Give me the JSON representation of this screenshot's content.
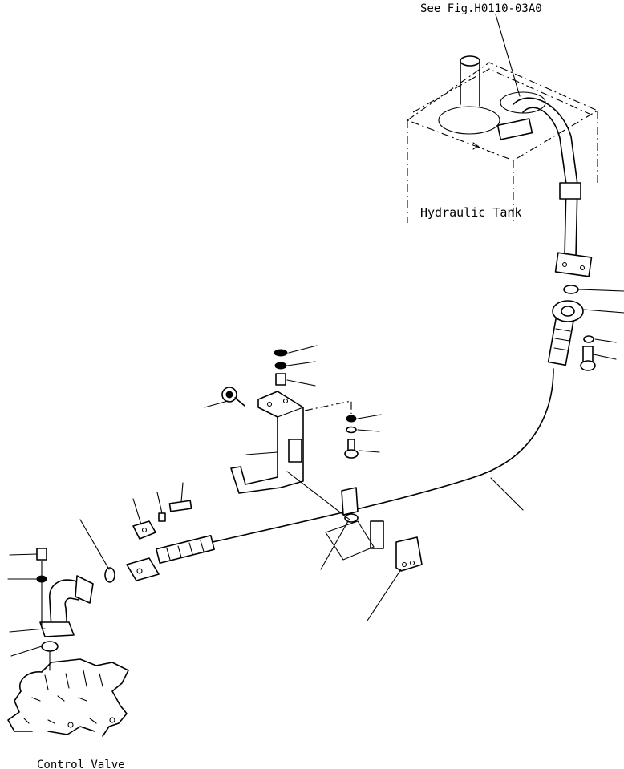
{
  "labels": {
    "reference": "See Fig.H0110-03A0",
    "hydraulic_tank": "Hydraulic Tank",
    "control_valve": "Control Valve"
  },
  "colors": {
    "line": "#000000",
    "background": "#ffffff"
  }
}
